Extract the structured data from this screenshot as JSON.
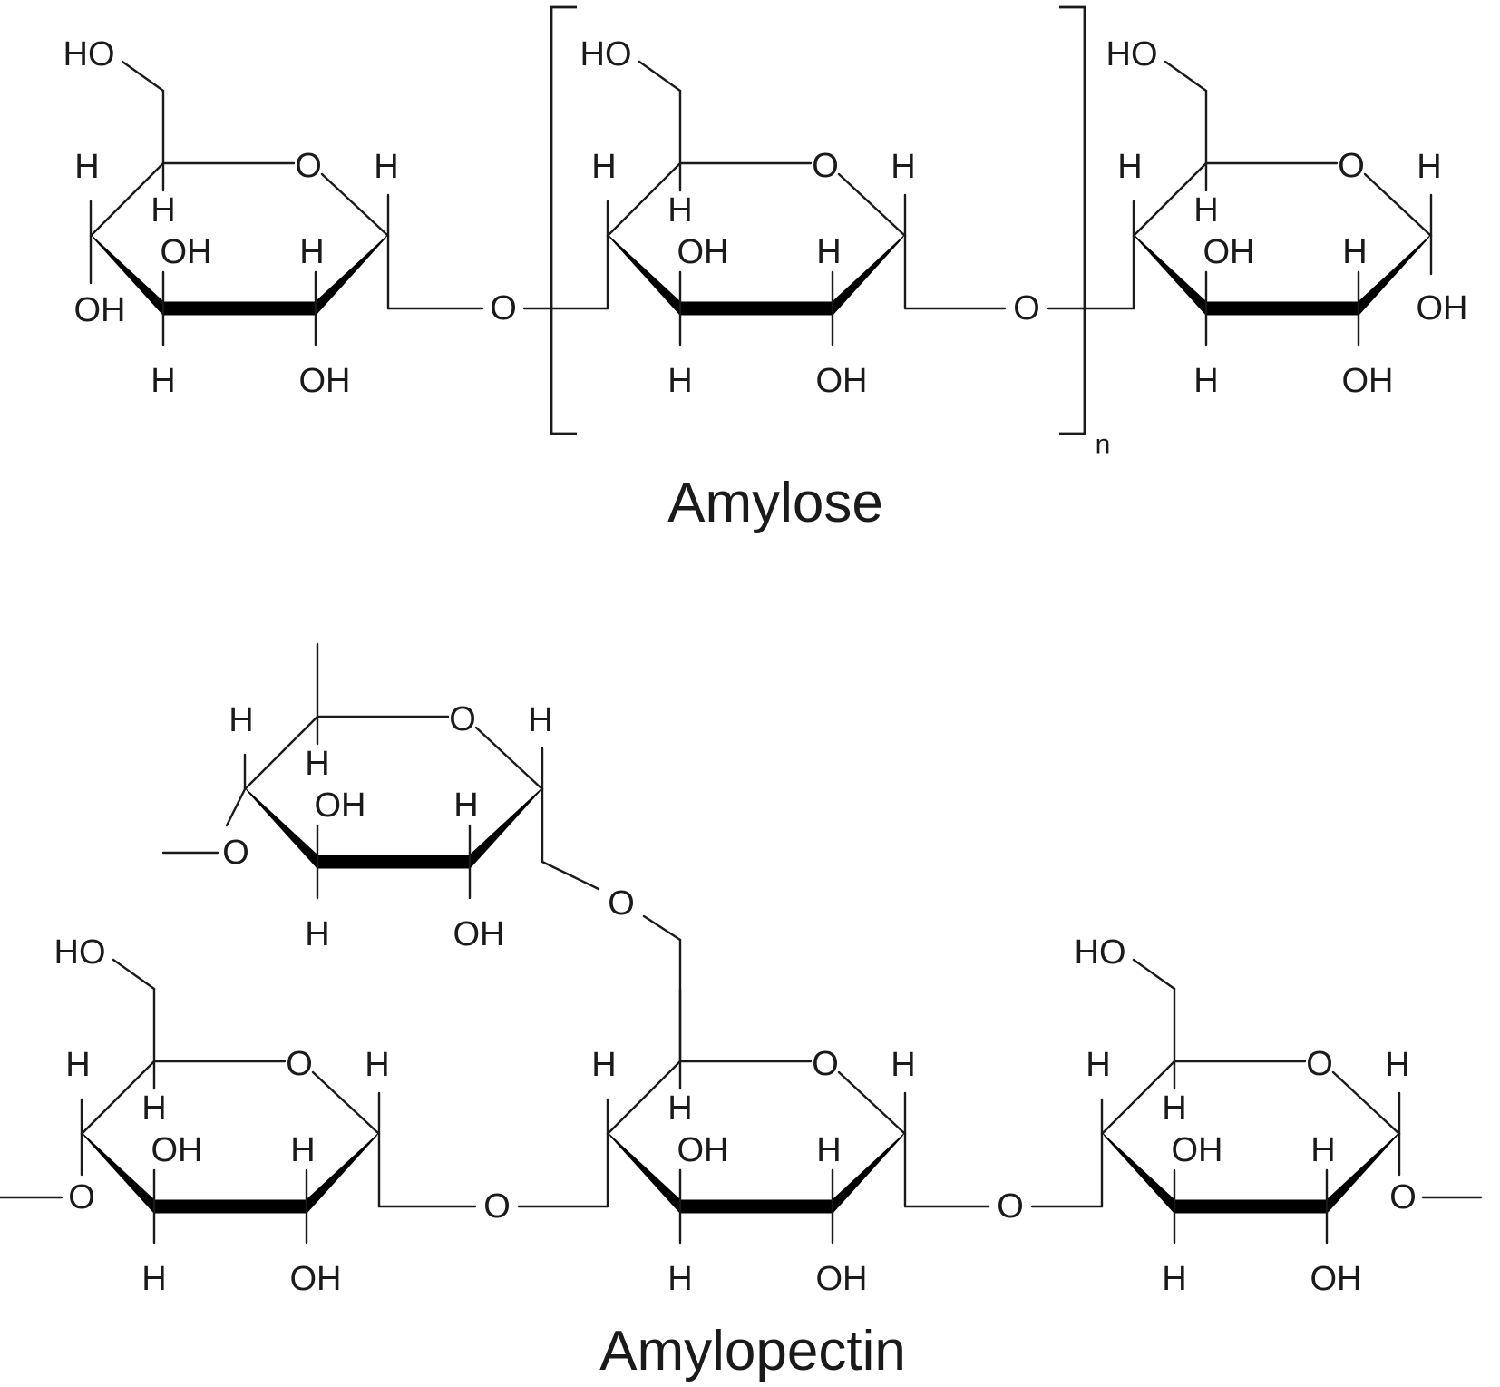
{
  "labels": {
    "ho": "HO",
    "oh": "OH",
    "h": "H",
    "o": "O",
    "n": "n"
  },
  "captions": {
    "amylose": "Amylose",
    "amylopectin": "Amylopectin"
  }
}
